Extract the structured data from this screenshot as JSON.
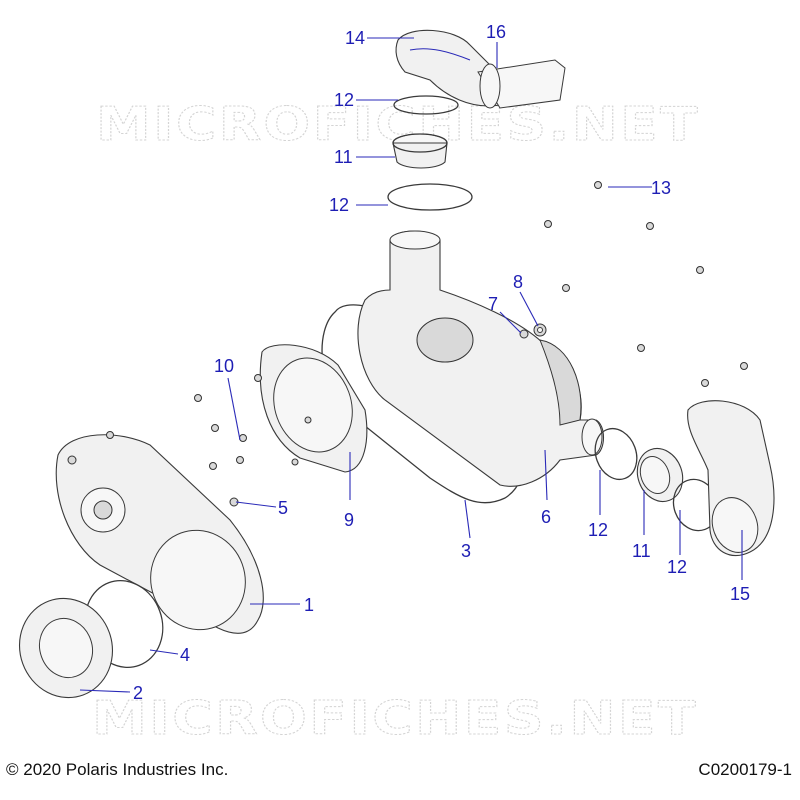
{
  "watermarks": [
    "MICROFICHES.NET",
    "MICROFICHES.NET"
  ],
  "callouts": {
    "c1": "1",
    "c2": "2",
    "c3": "3",
    "c4": "4",
    "c5": "5",
    "c6": "6",
    "c7": "7",
    "c8": "8",
    "c9": "9",
    "c10": "10",
    "c11_top": "11",
    "c11_right": "11",
    "c12_top": "12",
    "c12_mid": "12",
    "c12_right_a": "12",
    "c12_right_b": "12",
    "c13": "13",
    "c14": "14",
    "c15": "15",
    "c16": "16"
  },
  "footer": {
    "copyright": "© 2020 Polaris Industries Inc.",
    "figure_id": "C0200179-1"
  }
}
